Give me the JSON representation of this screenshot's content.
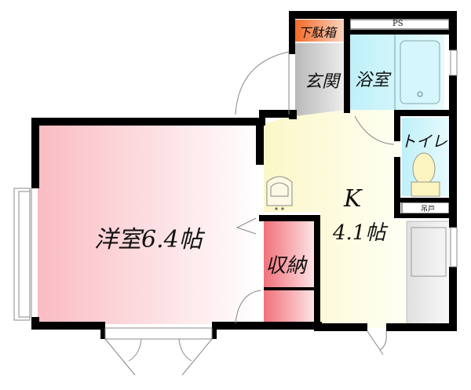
{
  "floor_plan": {
    "rooms": {
      "western_room": {
        "label": "洋室6.4帖",
        "name": "洋室",
        "size": "6.4帖",
        "color": "#f8c8cc"
      },
      "kitchen": {
        "label_line1": "K",
        "label_line2": "4.1帖",
        "name": "K",
        "size": "4.1帖",
        "color": "#fdfbe0"
      },
      "storage": {
        "label": "収納",
        "color": "#f27e85"
      },
      "entrance": {
        "label": "玄関",
        "color": "#c9c9c9"
      },
      "shoe_box": {
        "label": "下駄箱",
        "color": "#f47a3a"
      },
      "bathroom": {
        "label": "浴室",
        "color": "#c8f2fa"
      },
      "toilet": {
        "label": "トイレ",
        "color": "#c8f2fa"
      },
      "pipe_space": {
        "label": "PS"
      },
      "overhead_cabinet": {
        "label": "吊戸"
      }
    },
    "fixtures": [
      "bathtub-icon",
      "toilet-icon",
      "washbasin-icon",
      "sink-counter-icon"
    ],
    "wall_color": "#000000"
  }
}
